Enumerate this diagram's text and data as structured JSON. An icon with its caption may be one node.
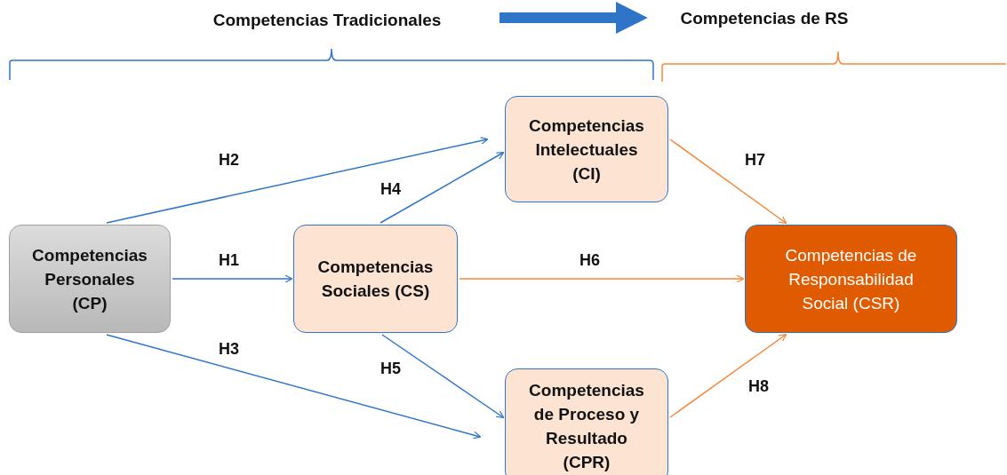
{
  "diagram": {
    "nodes": [
      {
        "text": [
          "Competencias Tradicionales"
        ]
      },
      {
        "text": [
          "Competencias de RS"
        ]
      },
      {
        "text": [
          "Competencias Intelectuales (CI)"
        ]
      },
      {
        "text": [
          "Competencias Personales (CP)"
        ]
      },
      {
        "text": [
          "Competencias Sociales (CS)"
        ]
      },
      {
        "text": [
          "Competencias de Responsabilidad Social (CSR)"
        ]
      },
      {
        "text": [
          "Competencias de Proceso y Resultado (CPR)"
        ]
      }
    ],
    "edges": [
      {
        "from": 0,
        "to": 1,
        "arrow": "to",
        "style": "thick"
      },
      {
        "from": 3,
        "to": 2,
        "arrow": "to",
        "label": "H2"
      },
      {
        "from": 4,
        "to": 2,
        "arrow": "to",
        "label": "H4"
      },
      {
        "from": 3,
        "to": 4,
        "arrow": "to",
        "label": "H1"
      },
      {
        "from": 4,
        "to": 5,
        "arrow": "to",
        "label": "H6",
        "color": "#f5883a"
      },
      {
        "from": 2,
        "to": 5,
        "arrow": "to",
        "label": "H7",
        "color": "#f5883a"
      },
      {
        "from": 3,
        "to": 6,
        "arrow": "to",
        "label": "H3"
      },
      {
        "from": 4,
        "to": 6,
        "arrow": "to",
        "label": "H5"
      },
      {
        "from": 6,
        "to": 5,
        "arrow": "to",
        "label": "H8",
        "color": "#f5883a"
      }
    ]
  }
}
